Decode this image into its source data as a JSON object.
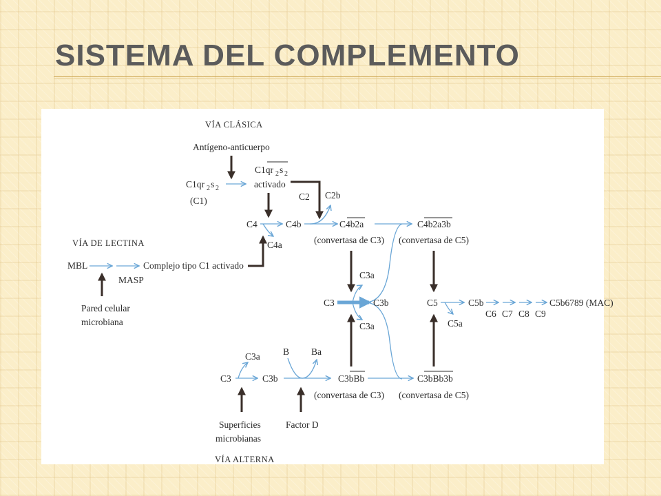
{
  "slide": {
    "title": "Sistema del complemento",
    "accent_color": "#c9a24b",
    "title_color": "#5b5b5b"
  },
  "diagram": {
    "classical": {
      "heading": "VÍA CLÁSICA",
      "trigger": "Antígeno-anticuerpo",
      "c1_name": "C1qr",
      "c1_note": "(C1)",
      "c1_active": "C1qr",
      "c1_active_note": "activado"
    },
    "lectin": {
      "heading": "VÍA DE LECTINA",
      "mbl": "MBL",
      "masp": "MASP",
      "complex": "Complejo tipo C1 activado",
      "trigger_line1": "Pared celular",
      "trigger_line2": "microbiana"
    },
    "alternative": {
      "heading": "VÍA ALTERNA",
      "c3": "C3",
      "c3a": "C3a",
      "c3b": "C3b",
      "b": "B",
      "ba": "Ba",
      "trigger1_line1": "Superficies",
      "trigger1_line2": "microbianas",
      "factor_d": "Factor D"
    },
    "common": {
      "c4": "C4",
      "c4b": "C4b",
      "c4a": "C4a",
      "c2": "C2",
      "c2b": "C2b",
      "c4b2a": "C4b2a",
      "c3_convertase": "(convertasa de C3)",
      "c4b2a3b": "C4b2a3b",
      "c5_convertase": "(convertasa de C5)",
      "c3": "C3",
      "c3a_top": "C3a",
      "c3b": "C3b",
      "c3a_bottom": "C3a",
      "c3bbb": "C3bBb",
      "c3bbb3b": "C3bBb3b",
      "c5": "C5",
      "c5b": "C5b",
      "c5a": "C5a",
      "c6": "C6",
      "c7": "C7",
      "c8": "C8",
      "c9": "C9",
      "mac": "C5b6789 (MAC)"
    }
  }
}
